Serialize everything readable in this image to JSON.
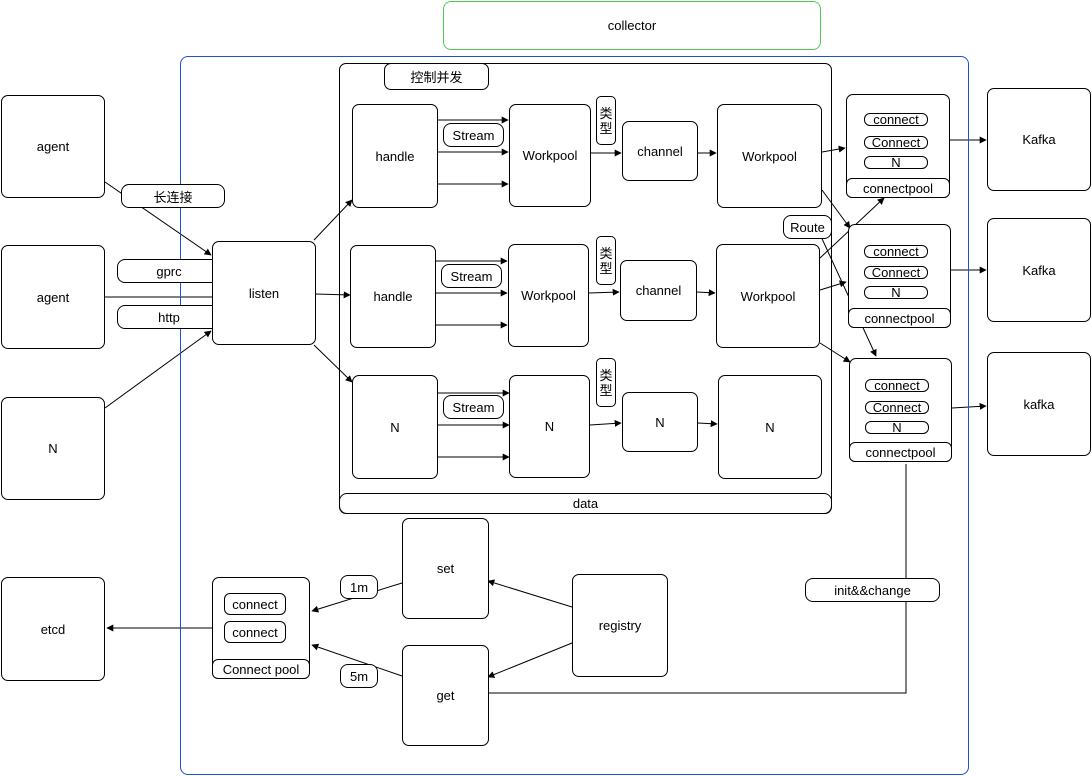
{
  "collector": "collector",
  "agents": [
    "agent",
    "agent",
    "N"
  ],
  "etcd": "etcd",
  "links": {
    "long_conn": "长连接",
    "grpc": "gprc",
    "http": "http"
  },
  "listen": "listen",
  "control": "控制并发",
  "data_bar": "data",
  "rows": [
    {
      "handle": "handle",
      "stream": "Stream",
      "pool": "Workpool",
      "type_chars": [
        "类",
        "型"
      ],
      "channel": "channel",
      "pool2": "Workpool"
    },
    {
      "handle": "handle",
      "stream": "Stream",
      "pool": "Workpool",
      "type_chars": [
        "类",
        "型"
      ],
      "channel": "channel",
      "pool2": "Workpool"
    },
    {
      "handle": "N",
      "stream": "Stream",
      "pool": "N",
      "type_chars": [
        "类",
        "型"
      ],
      "channel": "N",
      "pool2": "N"
    }
  ],
  "route": "Route",
  "connectpools": [
    {
      "items": [
        "connect",
        "Connect",
        "N"
      ],
      "label": "connectpool"
    },
    {
      "items": [
        "connect",
        "Connect",
        "N"
      ],
      "label": "connectpool"
    },
    {
      "items": [
        "connect",
        "Connect",
        "N"
      ],
      "label": "connectpool"
    }
  ],
  "kafka": [
    "Kafka",
    "Kafka",
    "kafka"
  ],
  "registry": {
    "set": "set",
    "get": "get",
    "registry": "registry",
    "t1": "1m",
    "t5": "5m",
    "init_change": "init&&change"
  },
  "etcd_pool": {
    "items": [
      "connect",
      "connect"
    ],
    "label": "Connect pool"
  },
  "colors": {
    "collector_border": "#4fc94f",
    "container_border": "#1f4fd6",
    "line": "#000000"
  }
}
